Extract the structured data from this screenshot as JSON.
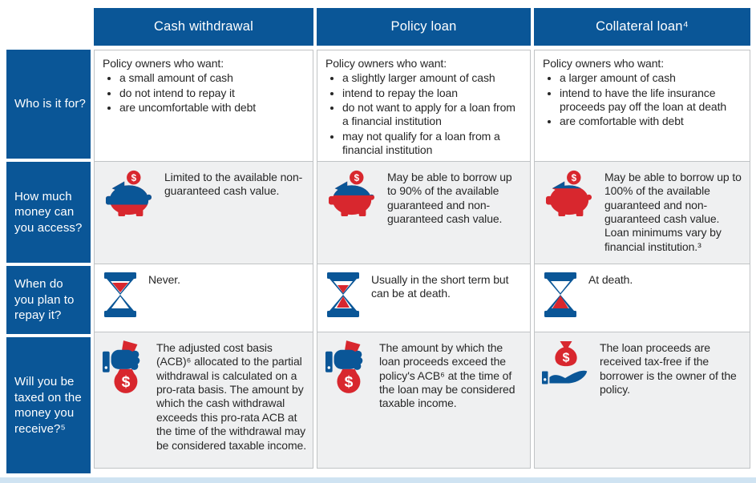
{
  "palette": {
    "blue": "#0a5697",
    "red": "#d8272e",
    "cell_gray": "#eff0f1",
    "border_gray": "#c0c3c5",
    "text": "#272727",
    "footer_strip_blue": "#cfe3f2"
  },
  "header": {
    "columns": [
      {
        "label": "Cash withdrawal"
      },
      {
        "label": "Policy loan"
      },
      {
        "label": "Collateral loan⁴"
      }
    ]
  },
  "rows": [
    {
      "label": "Who is it for?",
      "cells": [
        {
          "intro": "Policy owners who want:",
          "bullets": [
            "a small amount of cash",
            "do not intend to repay it",
            "are uncomfortable with debt"
          ]
        },
        {
          "intro": "Policy owners who want:",
          "bullets": [
            "a slightly larger amount of cash",
            "intend to repay the loan",
            "do not want to apply for a loan from a financial institution",
            "may not qualify for a loan from a financial institution"
          ]
        },
        {
          "intro": "Policy owners who want:",
          "bullets": [
            "a larger amount of cash",
            "intend to have the life insurance proceeds pay off the loan at death",
            "are comfortable with debt"
          ]
        }
      ]
    },
    {
      "label": "How much money can you access?",
      "cells": [
        {
          "icon": "piggy-bank-icon",
          "text": "Limited to the available non-guaranteed cash value."
        },
        {
          "icon": "piggy-bank-icon",
          "text": "May be able to borrow up to 90% of the available guaranteed and non-guaranteed cash value."
        },
        {
          "icon": "piggy-bank-icon",
          "text": "May be able to borrow up to 100% of the available guaranteed and non-guaranteed cash value. Loan minimums vary by financial institution.³"
        }
      ]
    },
    {
      "label": "When do you plan to repay it?",
      "cells": [
        {
          "icon": "hourglass-icon",
          "text": "Never."
        },
        {
          "icon": "hourglass-icon",
          "text": "Usually in the short term but can be at death."
        },
        {
          "icon": "hourglass-icon",
          "text": "At death."
        }
      ]
    },
    {
      "label": "Will you be taxed on the money you receive?⁵",
      "cells": [
        {
          "icon": "fist-money-bag-icon",
          "text": "The adjusted cost basis (ACB)⁶ allocated to the partial withdrawal is calculated on a pro-rata basis. The amount by which the cash withdrawal exceeds this pro-rata ACB at the time of the withdrawal may be considered taxable income."
        },
        {
          "icon": "fist-money-bag-icon",
          "text": "The amount by which the loan proceeds exceed the policy's ACB⁶ at the time of the loan may be considered taxable income."
        },
        {
          "icon": "hand-money-bag-icon",
          "text": "The loan proceeds are received tax-free if the borrower is the owner of the policy."
        }
      ]
    }
  ]
}
